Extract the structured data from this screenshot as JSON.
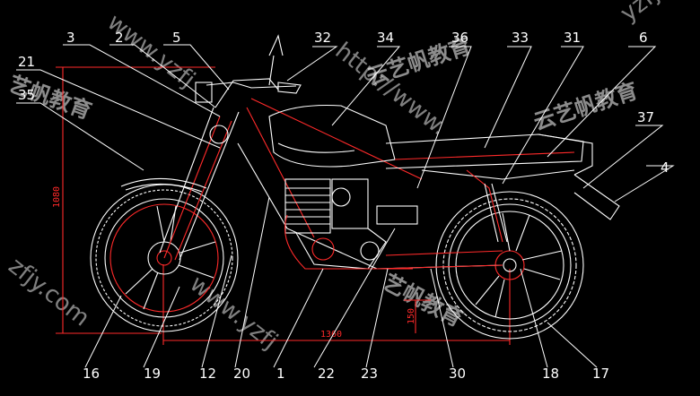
{
  "labels": {
    "l3": "3",
    "l2": "2",
    "l5": "5",
    "l32": "32",
    "l34": "34",
    "l36": "36",
    "l33": "33",
    "l31": "31",
    "l6": "6",
    "l21": "21",
    "l35": "35",
    "l37": "37",
    "l4": "4",
    "l16": "16",
    "l19": "19",
    "l12": "12",
    "l20": "20",
    "l1": "1",
    "l22": "22",
    "l23": "23",
    "l30": "30",
    "l18": "18",
    "l17": "17"
  },
  "dimensions": {
    "height": "1080",
    "wheelbase": "1360",
    "ground_clearance": "150"
  },
  "watermarks": {
    "url_top": "http://www.",
    "url_left": "www.yzfj",
    "url_bottom": "www.yzfj",
    "url_right": "yzfjy",
    "url_corner": "zfjy.com",
    "cn_1": "云艺帆教育",
    "cn_2": "云艺帆教育",
    "cn_3": "艺帆教育",
    "cn_4": "艺帆教育"
  },
  "colors": {
    "background": "#000000",
    "line": "#ffffff",
    "dimension": "#ff2a2a"
  }
}
